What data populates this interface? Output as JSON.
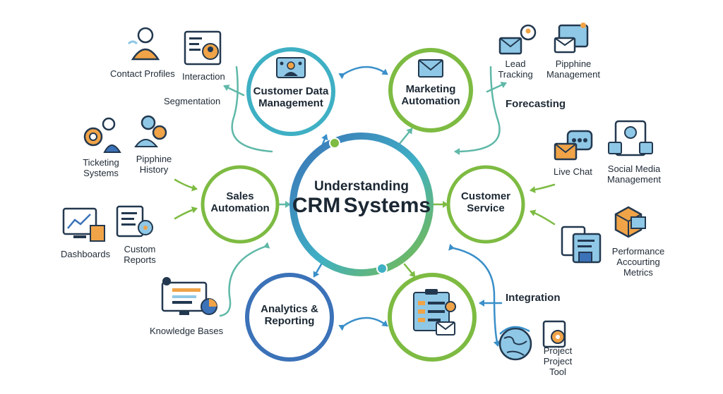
{
  "center": {
    "lines": [
      "Understanding",
      "CRM",
      "Systems"
    ]
  },
  "nodes": {
    "customer_data": {
      "lines": [
        "Customer Data",
        "Management"
      ]
    },
    "marketing": {
      "lines": [
        "Marketing",
        "Automation"
      ]
    },
    "sales": {
      "lines": [
        "Sales",
        "Automation"
      ]
    },
    "customer_service": {
      "lines": [
        "Customer",
        "Service"
      ]
    },
    "analytics": {
      "lines": [
        "Analytics &",
        "Reporting"
      ]
    }
  },
  "labels": {
    "contact_profiles": {
      "lines": [
        "Contact Profiles"
      ]
    },
    "interaction": {
      "lines": [
        "Interaction"
      ]
    },
    "segmentation": {
      "lines": [
        "Segmentation"
      ]
    },
    "ticketing": {
      "lines": [
        "Ticketing",
        "Systems"
      ]
    },
    "pipphine_history": {
      "lines": [
        "Pipphine",
        "History"
      ]
    },
    "dashboards": {
      "lines": [
        "Dashboards"
      ]
    },
    "custom_reports": {
      "lines": [
        "Custom",
        "Reports"
      ]
    },
    "knowledge_bases": {
      "lines": [
        "Knowledge Bases"
      ]
    },
    "lead_tracking": {
      "lines": [
        "Lead",
        "Tracking"
      ]
    },
    "pipphine_management": {
      "lines": [
        "Pipphine",
        "Management"
      ]
    },
    "forecasting": {
      "lines": [
        "Forecasting"
      ]
    },
    "live_chat": {
      "lines": [
        "Live Chat"
      ]
    },
    "social_media": {
      "lines": [
        "Social Media",
        "Management"
      ]
    },
    "performance": {
      "lines": [
        "Performance",
        "Accourting",
        "Metrics"
      ]
    },
    "integration": {
      "lines": [
        "Integration"
      ]
    },
    "project_tool": {
      "lines": [
        "Project",
        "Project",
        "Tool"
      ]
    }
  },
  "colors": {
    "blue": "#3b72b8",
    "teal": "#3fb0c4",
    "green": "#7dbb42",
    "arrow_teal": "#5fb8a8",
    "arrow_blue": "#3a8fc9",
    "icon_navy": "#22384f",
    "icon_orange": "#f0a347",
    "icon_lightblue": "#8fc8e6"
  },
  "icons": [
    "user-icon",
    "profile-card-icon",
    "support-agent-icon",
    "team-icon",
    "dashboard-icon",
    "report-icon",
    "monitor-chart-icon",
    "envelope-icon",
    "mailbox-icon",
    "chat-bubble-icon",
    "video-call-icon",
    "box-icon",
    "documents-icon",
    "globe-icon",
    "tool-icon"
  ]
}
